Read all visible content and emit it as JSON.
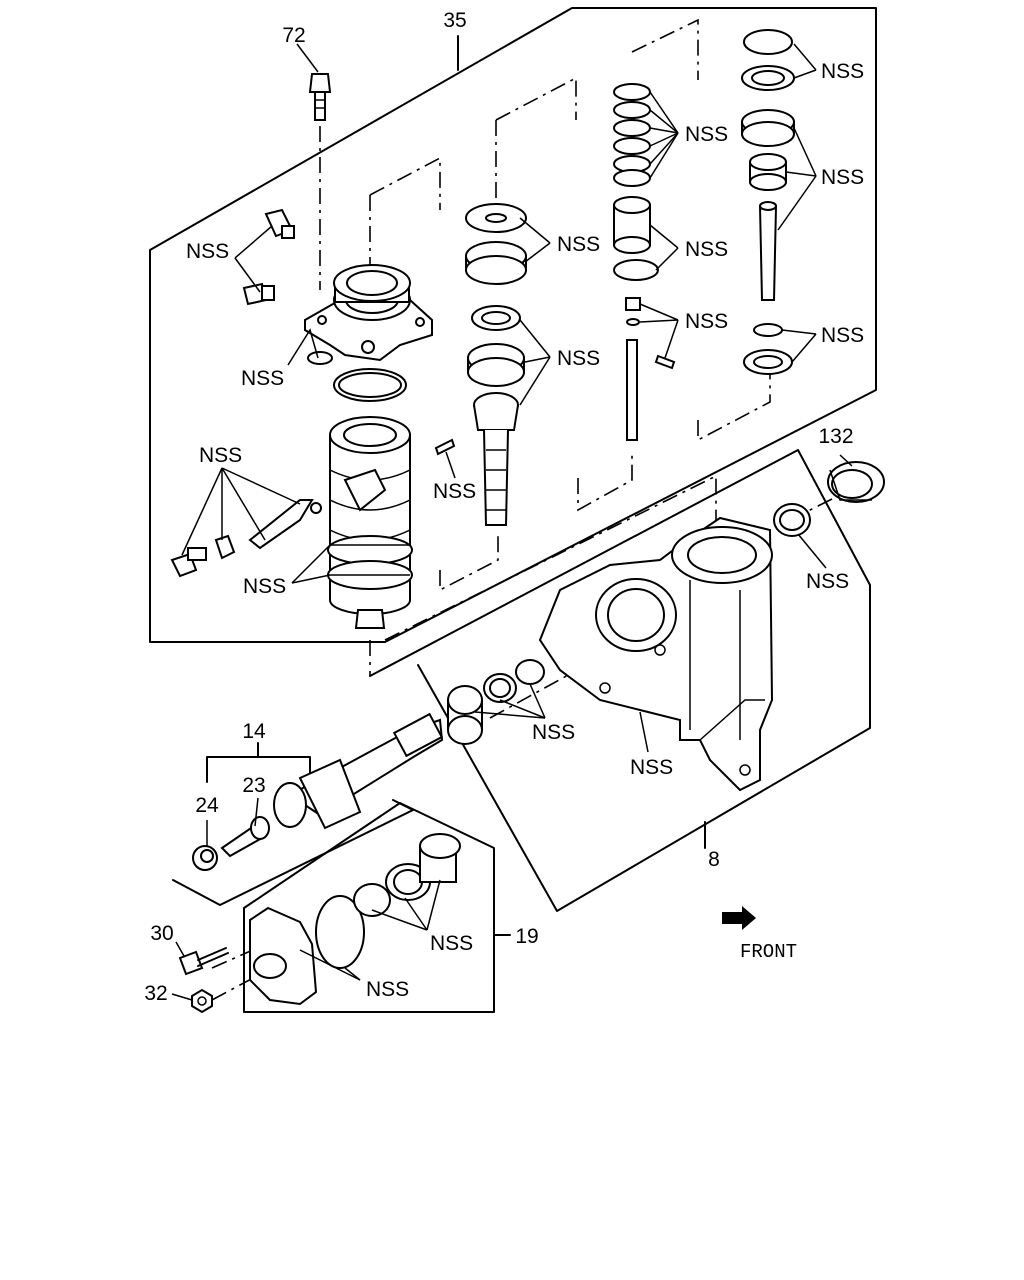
{
  "labels": {
    "n72": "72",
    "n35": "35",
    "n132": "132",
    "n14": "14",
    "n23": "23",
    "n24": "24",
    "n30": "30",
    "n32": "32",
    "n19": "19",
    "n8": "8",
    "nss": "NSS"
  },
  "front": "FRONT"
}
